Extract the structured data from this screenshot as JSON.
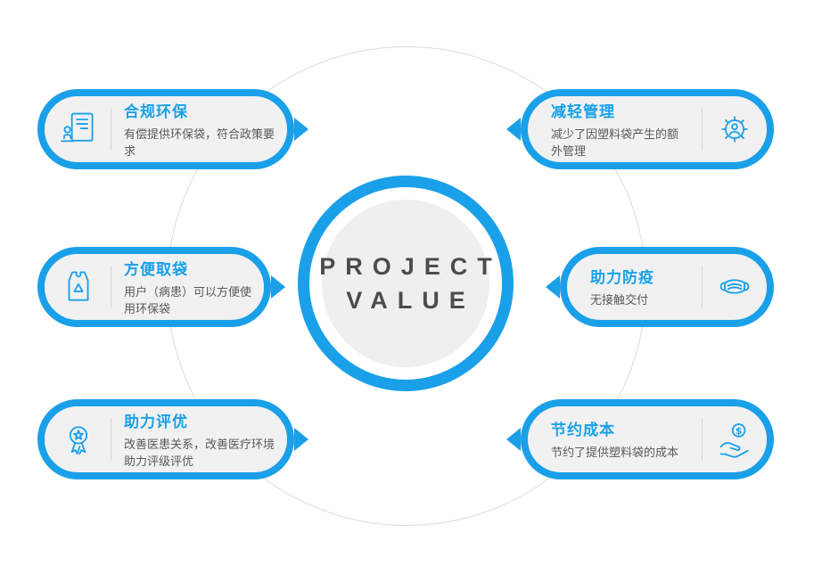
{
  "center": {
    "line1": "PROJECT",
    "line2": "VALUE"
  },
  "colors": {
    "accent": "#1aa0e9",
    "card_bg": "#f1f1f1",
    "circle_bg": "#efefef",
    "body_text": "#595959",
    "divider": "#d6d6d6",
    "ring": "#dcdcdc",
    "center_text": "#4c4c4c"
  },
  "cards": [
    {
      "title": "合规环保",
      "body": "有偿提供环保袋，符合政策要求",
      "icon": "stamp-document-icon",
      "side": "left"
    },
    {
      "title": "方便取袋",
      "body": "用户（病患）可以方便使用环保袋",
      "icon": "recycle-bag-icon",
      "side": "left"
    },
    {
      "title": "助力评优",
      "body": "改善医患关系，改善医疗环境助力评级评优",
      "icon": "award-medal-icon",
      "side": "left"
    },
    {
      "title": "减轻管理",
      "body": "减少了因塑料袋产生的额外管理",
      "icon": "gear-user-icon",
      "side": "right"
    },
    {
      "title": "助力防疫",
      "body": "无接触交付",
      "icon": "face-mask-icon",
      "side": "right"
    },
    {
      "title": "节约成本",
      "body": "节约了提供塑料袋的成本",
      "icon": "hand-coin-icon",
      "side": "right"
    }
  ]
}
